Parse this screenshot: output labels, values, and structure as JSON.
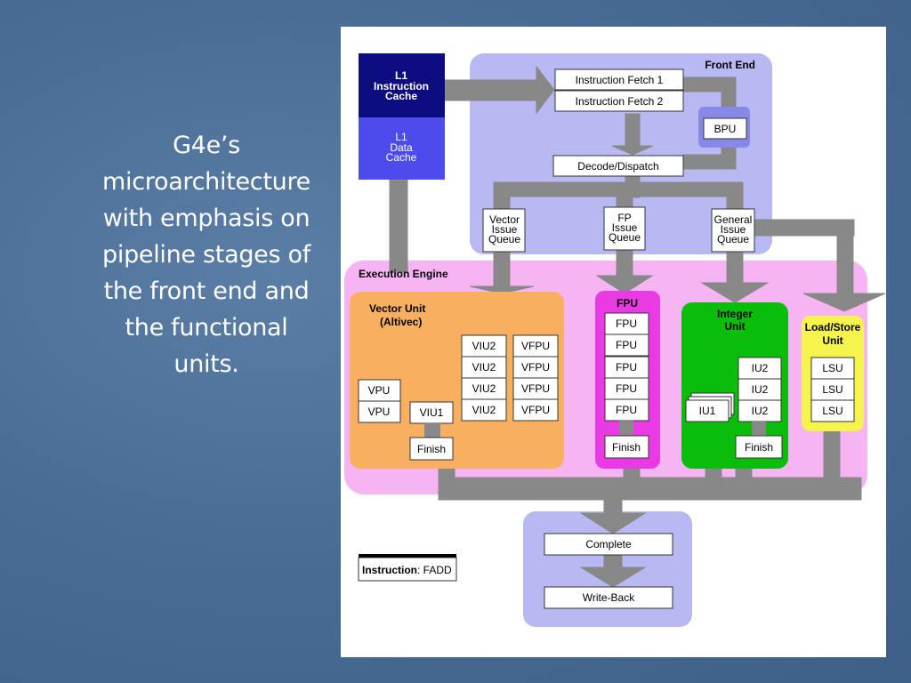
{
  "caption": {
    "lines": [
      "G4e’s",
      "microarchitecture",
      "with emphasis on",
      "pipeline stages of",
      "the front end and",
      "the functional",
      "units."
    ]
  },
  "diagram": {
    "caches": {
      "l1_instruction": [
        "L1",
        "Instruction",
        "Cache"
      ],
      "l1_data": [
        "L1",
        "Data",
        "Cache"
      ]
    },
    "front_end": {
      "title": "Front End",
      "fetch1": "Instruction Fetch 1",
      "fetch2": "Instruction Fetch 2",
      "bpu": "BPU",
      "decode": "Decode/Dispatch",
      "vector_queue": [
        "Vector",
        "Issue",
        "Queue"
      ],
      "fp_queue": [
        "FP",
        "Issue",
        "Queue"
      ],
      "general_queue": [
        "General",
        "Issue",
        "Queue"
      ]
    },
    "execution_engine": {
      "title": "Execution Engine",
      "vector_unit": {
        "title": [
          "Vector Unit",
          "(Altivec)"
        ],
        "vpu": [
          "VPU",
          "VPU"
        ],
        "viu1": "VIU1",
        "viu2": [
          "VIU2",
          "VIU2",
          "VIU2",
          "VIU2"
        ],
        "vfpu": [
          "VFPU",
          "VFPU",
          "VFPU",
          "VFPU"
        ],
        "finish": "Finish"
      },
      "fpu_unit": {
        "title": "FPU",
        "fpu": [
          "FPU",
          "FPU",
          "FPU",
          "FPU",
          "FPU"
        ],
        "finish": "Finish"
      },
      "integer_unit": {
        "title": [
          "Integer",
          "Unit"
        ],
        "iu1": "IU1",
        "iu2": [
          "IU2",
          "IU2",
          "IU2"
        ],
        "finish": "Finish"
      },
      "load_store_unit": {
        "title": [
          "Load/Store",
          "Unit"
        ],
        "lsu": [
          "LSU",
          "LSU",
          "LSU"
        ]
      }
    },
    "completion": {
      "complete": "Complete",
      "write_back": "Write-Back"
    },
    "instruction_legend": {
      "label": "Instruction",
      "value": ": FADD"
    },
    "colors": {
      "front_end_bg": "#b8b8f2",
      "execution_bg": "#f6b4f2",
      "vector_unit": "#f8b060",
      "fpu_unit": "#ea3ae4",
      "integer_unit": "#0abd0a",
      "load_store_unit": "#f4f44c",
      "l1_instruction": "#0d0d80",
      "l1_data": "#4c4ced",
      "connector": "#888888",
      "completion_bg": "#b8b8f2"
    }
  }
}
